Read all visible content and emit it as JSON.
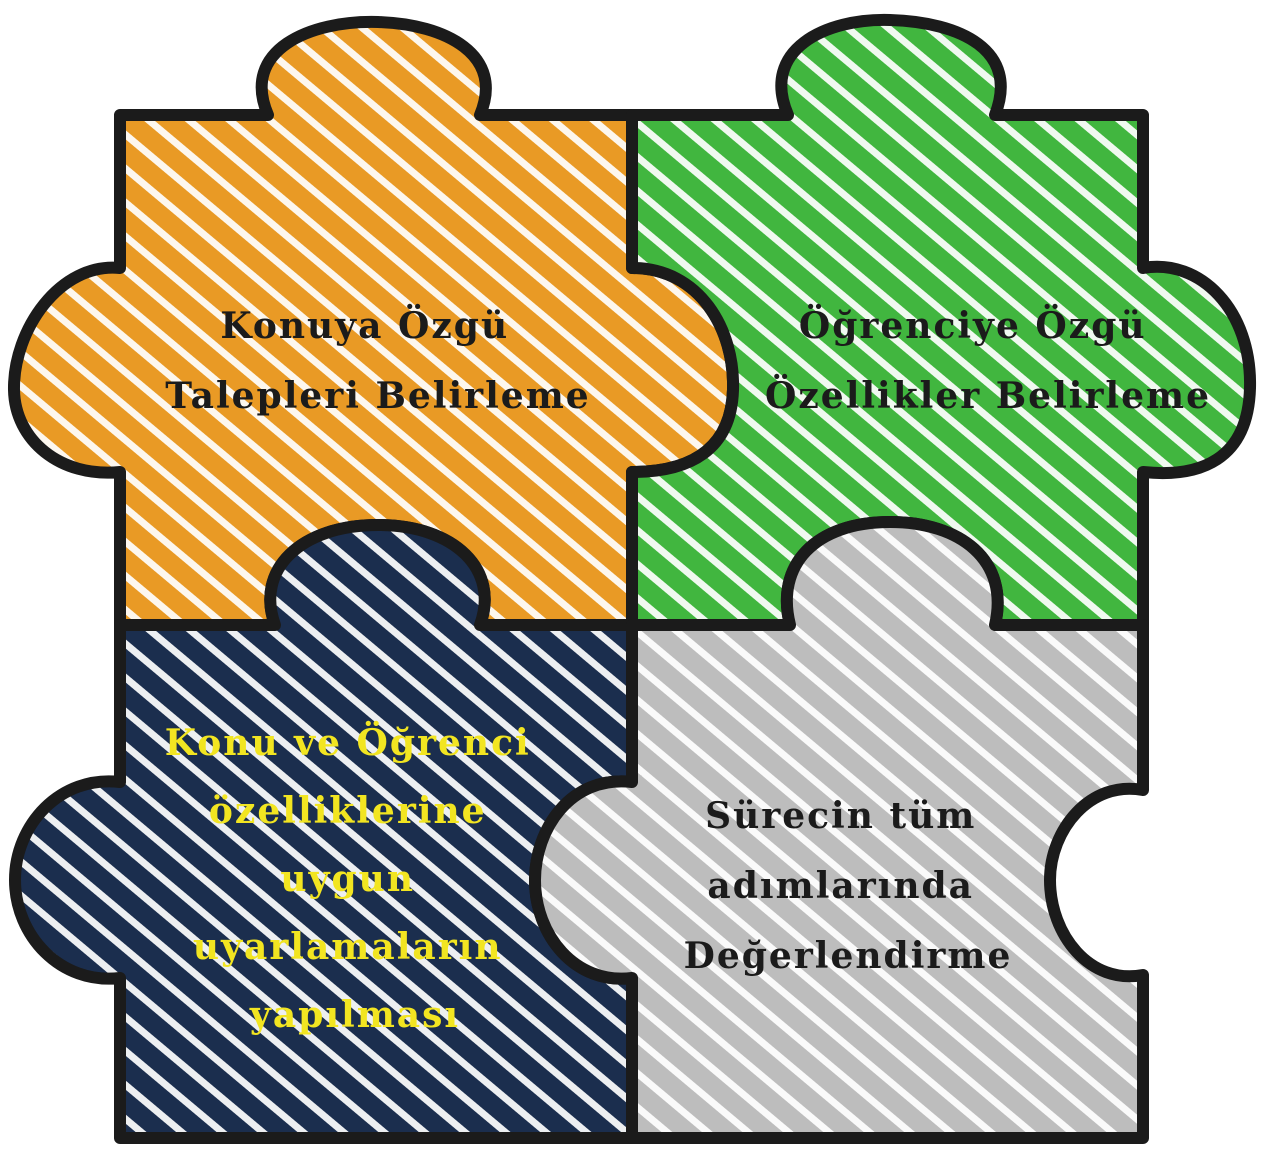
{
  "pieces": {
    "top_left": {
      "lines": [
        "Konuya Özgü",
        "Talepleri Belirleme"
      ],
      "fill": "#E99A25",
      "text_color": "#1b1b1b"
    },
    "top_right": {
      "lines": [
        "Öğrenciye Özgü",
        "Özellikler Belirleme"
      ],
      "fill": "#41B63F",
      "text_color": "#1b1b1b"
    },
    "bottom_left": {
      "lines": [
        "Konu ve Öğrenci",
        "özelliklerine",
        "uygun",
        "uyarlamaların",
        "yapılması"
      ],
      "fill": "#1B2E4E",
      "text_color": "#F2E521"
    },
    "bottom_right": {
      "lines": [
        "Sürecin tüm",
        "adımlarında",
        "Değerlendirme"
      ],
      "fill": "#BDBDBD",
      "text_color": "#1b1b1b"
    }
  }
}
